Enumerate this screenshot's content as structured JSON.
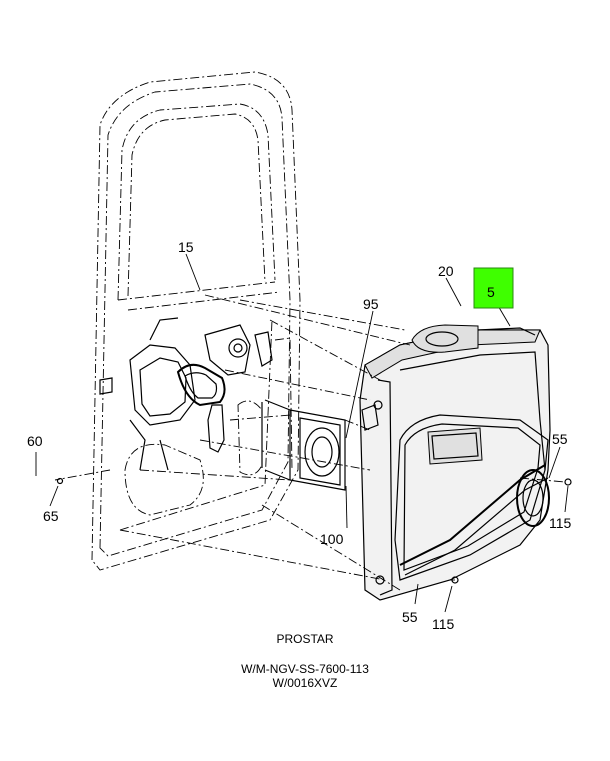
{
  "callouts": {
    "c15": "15",
    "c20": "20",
    "c5": "5",
    "c95": "95",
    "c60": "60",
    "c65": "65",
    "c100": "100",
    "c55a": "55",
    "c115a": "115",
    "c55b": "55",
    "c115b": "115"
  },
  "highlight_color": "#3fff00",
  "captions": {
    "model": "PROSTAR",
    "ref1": "W/M-NGV-SS-7600-113",
    "ref2": "W/0016XVZ"
  }
}
